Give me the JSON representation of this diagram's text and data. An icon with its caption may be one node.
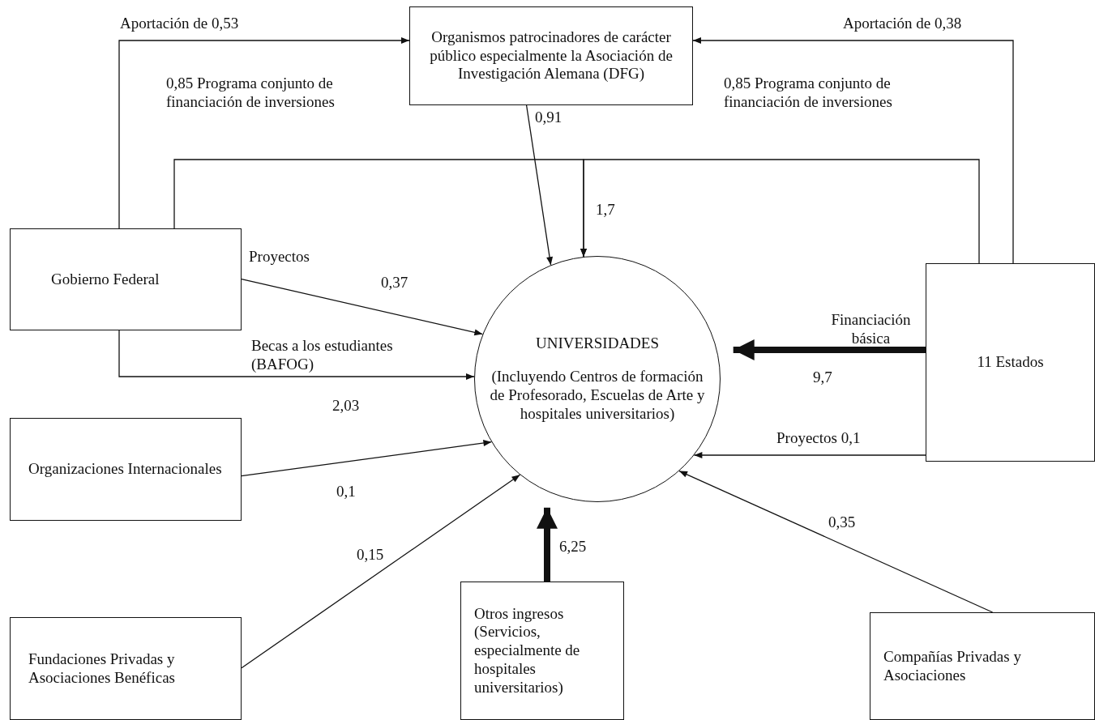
{
  "diagram": {
    "nodes": [
      {
        "text": [
          "Organismos patrocinadores de carácter público especialmente la Asociación de Investigación Alemana (DFG)"
        ]
      },
      {
        "text": [
          "Gobierno Federal"
        ]
      },
      {
        "text": [
          "UNIVERSIDADES",
          "(Incluyendo Centros de formación de Profesorado, Escuelas de Arte y hospitales universitarios)"
        ]
      },
      {
        "text": [
          "11 Estados"
        ]
      },
      {
        "text": [
          "Organizaciones Internacionales"
        ]
      },
      {
        "text": [
          "Fundaciones Privadas y Asociaciones Benéficas"
        ]
      },
      {
        "text": [
          "Otros ingresos (Servicios, especialmente de hospitales universitarios)"
        ]
      },
      {
        "text": [
          "Compañías Privadas y Asociaciones"
        ]
      }
    ],
    "edges": [
      {
        "from": 1,
        "to": 0,
        "arrow": "to",
        "label": "Aportación de 0,53"
      },
      {
        "from": 3,
        "to": 0,
        "arrow": "to",
        "label": "Aportación de 0,38"
      },
      {
        "from": 1,
        "to": 2,
        "arrow": "to",
        "label": "0,85 Programa conjunto de financiación de inversiones"
      },
      {
        "from": 3,
        "to": 2,
        "arrow": "to",
        "label": "0,85 Programa conjunto de financiación de inversiones"
      },
      {
        "from": 0,
        "to": 2,
        "arrow": "to",
        "label": "0,91"
      },
      {
        "from": 1,
        "to": 2,
        "arrow": "to",
        "label": "Proyectos"
      },
      {
        "from": 1,
        "to": 2,
        "arrow": "to",
        "label": "Becas a los estudiantes (BAFOG)"
      },
      {
        "from": 3,
        "to": 2,
        "arrow": "to",
        "label": "Financiación básica",
        "style": "thick"
      },
      {
        "from": 3,
        "to": 2,
        "arrow": "to",
        "label": "Proyectos 0,1"
      },
      {
        "from": 4,
        "to": 2,
        "arrow": "to",
        "label": "0,1"
      },
      {
        "from": 5,
        "to": 2,
        "arrow": "to",
        "label": "0,15"
      },
      {
        "from": 6,
        "to": 2,
        "arrow": "to",
        "label": "6,25",
        "style": "thick"
      },
      {
        "from": 7,
        "to": 2,
        "arrow": "to",
        "label": "0,35"
      }
    ],
    "labels": [
      "1,7",
      "0,37",
      "2,03",
      "9,7"
    ]
  }
}
